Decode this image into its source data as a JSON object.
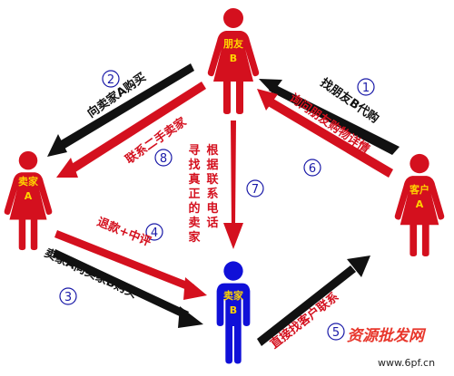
{
  "colors": {
    "female": "#d4101e",
    "seller_b": "#1010d8",
    "red_arrow": "#d4101e",
    "black_arrow": "#111111",
    "label_yellow": "#FFD400",
    "number_blue": "#1a1aa8"
  },
  "nodes": {
    "friend_b": {
      "name": "朋友",
      "tag": "B"
    },
    "seller_a": {
      "name": "卖家",
      "tag": "A"
    },
    "customer_a": {
      "name": "客户",
      "tag": "A"
    },
    "seller_b": {
      "name": "卖家",
      "tag": "B"
    }
  },
  "steps": [
    {
      "num": "1",
      "text": "找朋友B代购"
    },
    {
      "num": "2",
      "text": "向卖家A购买"
    },
    {
      "num": "3",
      "text": "卖家A向卖家B购买"
    },
    {
      "num": "4",
      "text": "退款+中评"
    },
    {
      "num": "5",
      "text": "直接找客户联系"
    },
    {
      "num": "6",
      "text": "询问朋友购物详情"
    },
    {
      "num": "7",
      "text": "根据联系电话寻找真正的卖家"
    },
    {
      "num": "8",
      "text": "联系二手卖家"
    }
  ],
  "watermark": {
    "title": "资源批发网",
    "url": "www.6pf.cn"
  }
}
